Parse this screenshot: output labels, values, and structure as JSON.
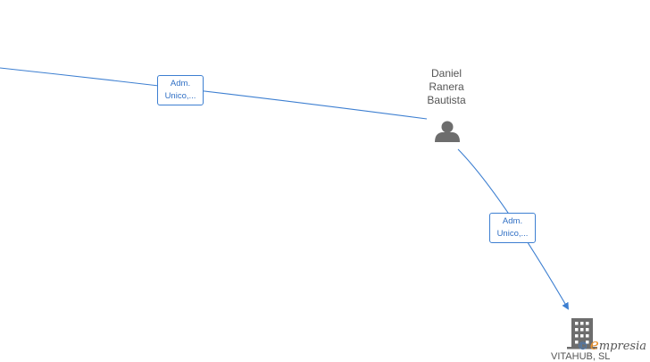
{
  "person": {
    "name_line1": "Daniel",
    "name_line2": "Ranera",
    "name_line3": "Bautista",
    "icon": "person-icon"
  },
  "edges": [
    {
      "label_line1": "Adm.",
      "label_line2": "Unico,..."
    },
    {
      "label_line1": "Adm.",
      "label_line2": "Unico,..."
    }
  ],
  "company": {
    "name": "VITAHUB, SL",
    "icon": "building-icon"
  },
  "watermark": {
    "copyright": "©",
    "brand_initial": "e",
    "brand_rest": "mpresia"
  },
  "colors": {
    "edge": "#3d7fd1",
    "node_icon": "#6d6d6d",
    "text": "#555555"
  }
}
